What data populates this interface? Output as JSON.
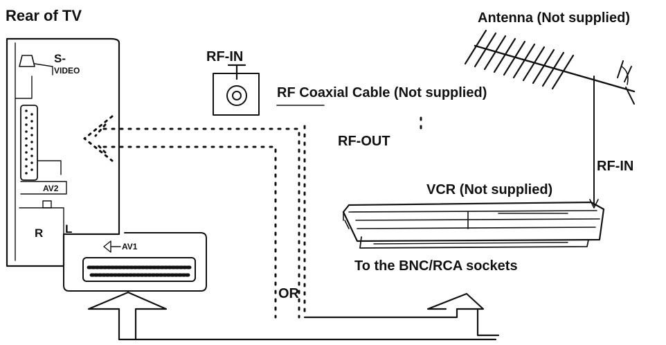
{
  "labels": {
    "rear_of_tv": "Rear of TV",
    "antenna": "Antenna (Not supplied)",
    "rf_in_top": "RF-IN",
    "rf_coaxial_cable": "RF Coaxial Cable (Not supplied)",
    "rf_out": "RF-OUT",
    "rf_in_side": "RF-IN",
    "vcr": "VCR (Not supplied)",
    "bnc_rca": "To the BNC/RCA sockets",
    "or": "OR",
    "s_video_line1": "S-",
    "s_video_line2": "VIDEO",
    "av2": "AV2",
    "av1": "AV1",
    "r": "R",
    "l": "L"
  },
  "colors": {
    "ink": "#111111",
    "background": "#ffffff"
  }
}
